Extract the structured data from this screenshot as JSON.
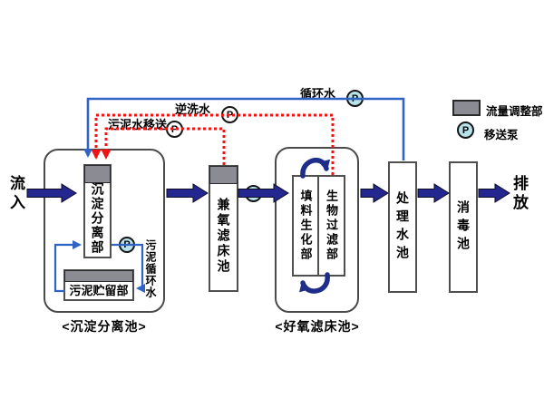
{
  "flow": {
    "inflow": "流入",
    "outflow": "排放"
  },
  "sedimentation_tank": {
    "caption": "<沉淀分离池>",
    "separation_column": "沉淀分离部",
    "sludge_storage": "污泥贮留部",
    "sludge_loop": "污泥循环水"
  },
  "facultative_tank": {
    "label": "兼氧滤床池"
  },
  "aerobic_tank": {
    "caption": "<好氧滤床池>",
    "packing_column": "填料生化部",
    "biofilter_column": "生物过滤部"
  },
  "treated_tank": {
    "label": "处理水池"
  },
  "disinfection_tank": {
    "label": "消毒池"
  },
  "pipes": {
    "circulation": "循环水",
    "backwash": "逆洗水",
    "sludge_transfer": "污泥水移送"
  },
  "pump_letter": "P",
  "legend": {
    "flow_adjust": "流量调整部",
    "transfer_pump": "移送泵"
  },
  "colors": {
    "main_arrow": "#23278f",
    "pipe_blue": "#2f63c4",
    "pipe_red": "#ee1414",
    "pump_fill": "#b9e3ea",
    "gray_fill": "#8b8b93"
  }
}
